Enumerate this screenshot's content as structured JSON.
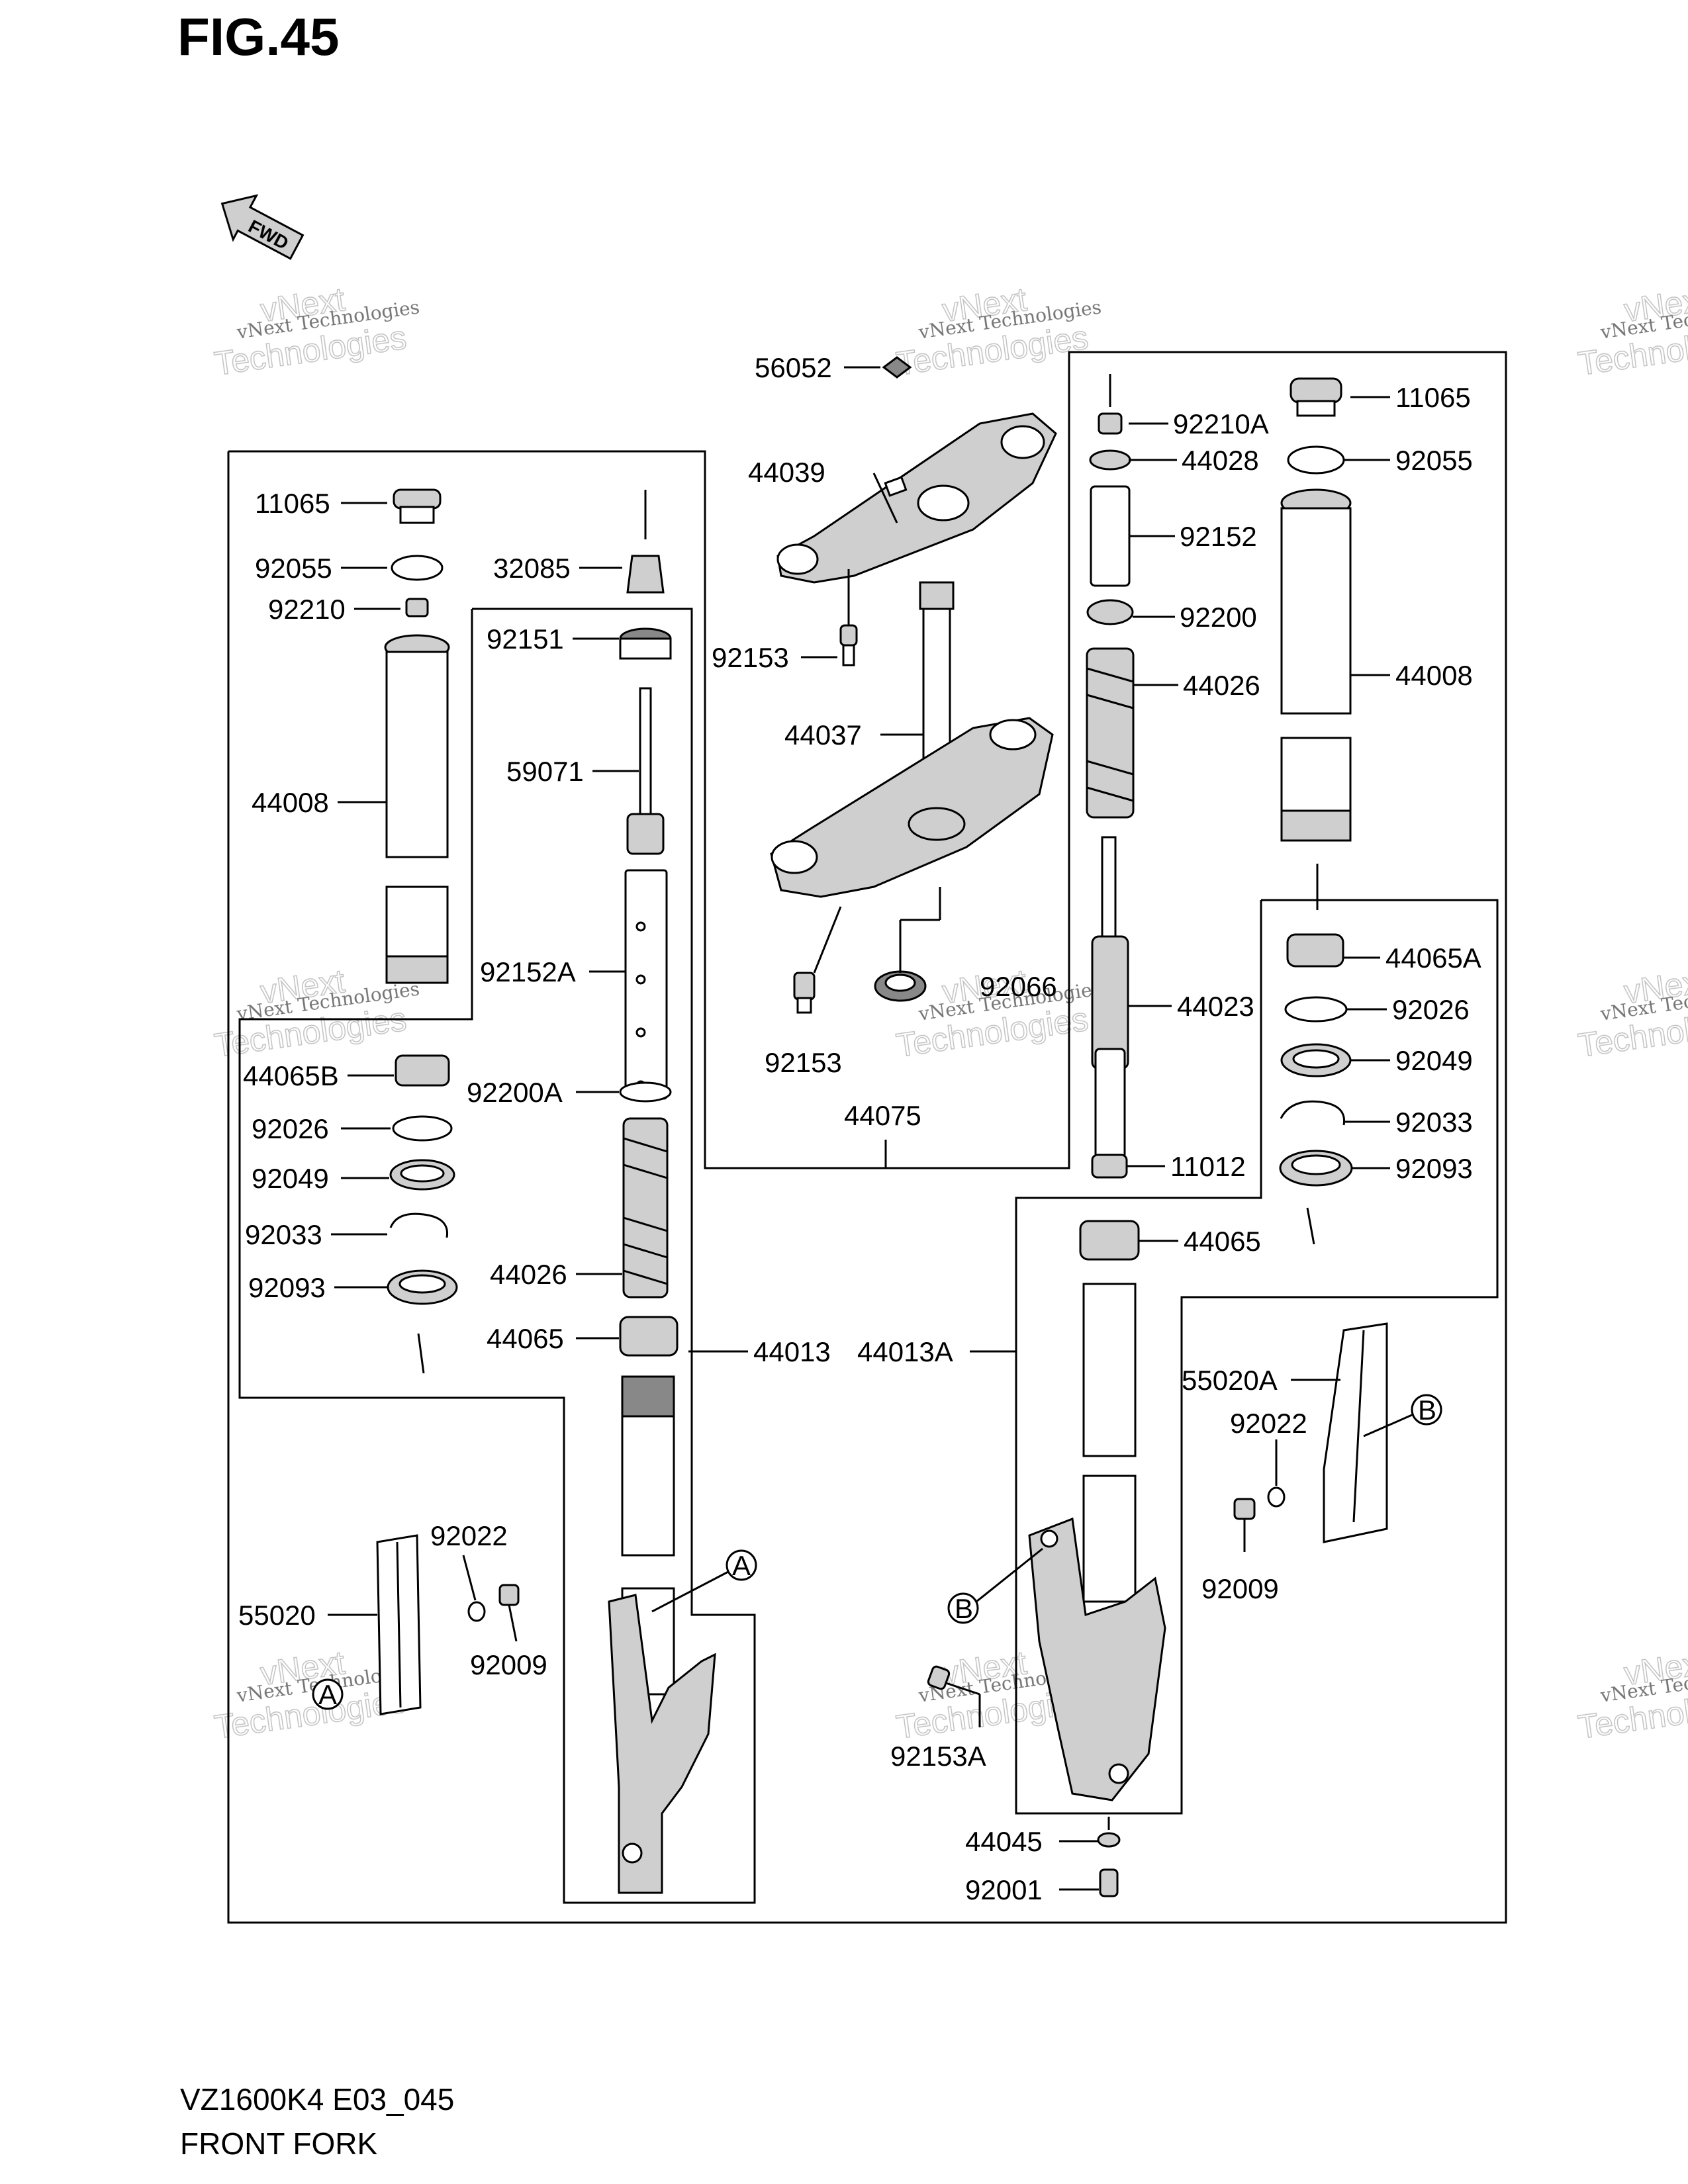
{
  "figure": {
    "title": "FIG.45",
    "model_code": "VZ1600K4 E03_045",
    "caption": "FRONT FORK",
    "direction_marker": "FWD"
  },
  "watermark": {
    "line1": "vNext Technologies",
    "line2": "vNext",
    "line3": "Technologies"
  },
  "callouts": {
    "ref_a": "A",
    "ref_b": "B"
  },
  "parts": [
    {
      "id": "p-56052",
      "number": "56052"
    },
    {
      "id": "p-44039",
      "number": "44039"
    },
    {
      "id": "p-92153-top",
      "number": "92153"
    },
    {
      "id": "p-44037",
      "number": "44037"
    },
    {
      "id": "p-92153-bottom",
      "number": "92153"
    },
    {
      "id": "p-92066",
      "number": "92066"
    },
    {
      "id": "p-44075",
      "number": "44075"
    },
    {
      "id": "p-11065-left",
      "number": "11065"
    },
    {
      "id": "p-92055-left",
      "number": "92055"
    },
    {
      "id": "p-92210",
      "number": "92210"
    },
    {
      "id": "p-44008-left",
      "number": "44008"
    },
    {
      "id": "p-32085",
      "number": "32085"
    },
    {
      "id": "p-92151",
      "number": "92151"
    },
    {
      "id": "p-59071",
      "number": "59071"
    },
    {
      "id": "p-92152a",
      "number": "92152A"
    },
    {
      "id": "p-92200a",
      "number": "92200A"
    },
    {
      "id": "p-44026-left",
      "number": "44026"
    },
    {
      "id": "p-44065-left",
      "number": "44065"
    },
    {
      "id": "p-44013",
      "number": "44013"
    },
    {
      "id": "p-44065b",
      "number": "44065B"
    },
    {
      "id": "p-92026-left",
      "number": "92026"
    },
    {
      "id": "p-92049-left",
      "number": "92049"
    },
    {
      "id": "p-92033-left",
      "number": "92033"
    },
    {
      "id": "p-92093-left",
      "number": "92093"
    },
    {
      "id": "p-55020",
      "number": "55020"
    },
    {
      "id": "p-92022-left",
      "number": "92022"
    },
    {
      "id": "p-92009-left",
      "number": "92009"
    },
    {
      "id": "p-92210a",
      "number": "92210A"
    },
    {
      "id": "p-44028",
      "number": "44028"
    },
    {
      "id": "p-92152",
      "number": "92152"
    },
    {
      "id": "p-92200",
      "number": "92200"
    },
    {
      "id": "p-44026-right",
      "number": "44026"
    },
    {
      "id": "p-44023",
      "number": "44023"
    },
    {
      "id": "p-11012",
      "number": "11012"
    },
    {
      "id": "p-44065-right",
      "number": "44065"
    },
    {
      "id": "p-44013a",
      "number": "44013A"
    },
    {
      "id": "p-11065-right",
      "number": "11065"
    },
    {
      "id": "p-92055-right",
      "number": "92055"
    },
    {
      "id": "p-44008-right",
      "number": "44008"
    },
    {
      "id": "p-44065a",
      "number": "44065A"
    },
    {
      "id": "p-92026-right",
      "number": "92026"
    },
    {
      "id": "p-92049-right",
      "number": "92049"
    },
    {
      "id": "p-92033-right",
      "number": "92033"
    },
    {
      "id": "p-92093-right",
      "number": "92093"
    },
    {
      "id": "p-55020a",
      "number": "55020A"
    },
    {
      "id": "p-92022-right",
      "number": "92022"
    },
    {
      "id": "p-92009-right",
      "number": "92009"
    },
    {
      "id": "p-92153a",
      "number": "92153A"
    },
    {
      "id": "p-44045",
      "number": "44045"
    },
    {
      "id": "p-92001",
      "number": "92001"
    }
  ]
}
